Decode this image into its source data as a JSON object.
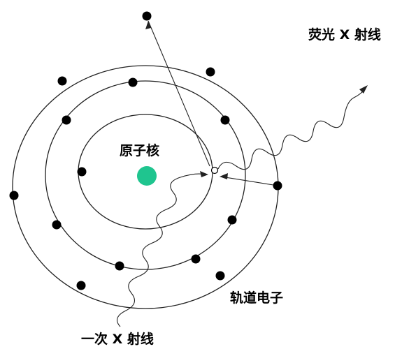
{
  "labels": {
    "nucleus": "原子核",
    "fluorescent_xray": "荧光 X 射线",
    "orbital_electron": "轨道电子",
    "primary_xray": "一次 X 射线"
  },
  "colors": {
    "nucleus": "#1fc58f",
    "stroke": "#222222",
    "electron": "#000000",
    "background": "#ffffff"
  }
}
